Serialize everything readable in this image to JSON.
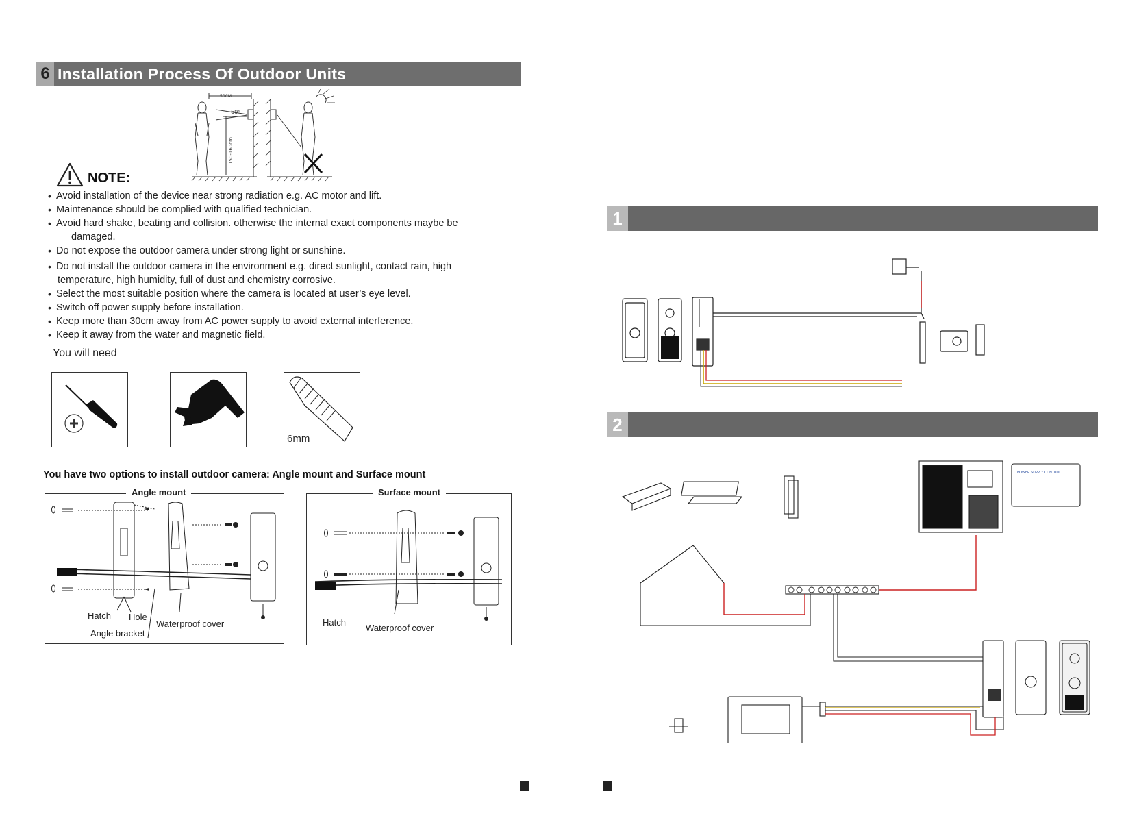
{
  "section": {
    "number": "6",
    "title": "Installation Process Of Outdoor Units"
  },
  "mounting_figure": {
    "distance_label": "50CM",
    "angle_label": "60°",
    "height_label": "150-160cm"
  },
  "note": {
    "heading": "NOTE:",
    "items": [
      "Avoid installation of the device near strong radiation e.g. AC motor and lift.",
      "Maintenance should be complied with qualified technician.",
      "Avoid hard shake, beating and collision. otherwise the internal exact components maybe be",
      "damaged.",
      "Do not expose the outdoor camera under strong light or sunshine.",
      "Do not install the outdoor camera in the environment e.g. direct sunlight, contact rain, high",
      "temperature, high humidity, full of dust and chemistry corrosive.",
      "Select the most suitable position where the camera is located at user’s eye level.",
      "Switch off power supply before installation.",
      "Keep more than 30cm away from AC power supply to avoid external interference.",
      "Keep it away from the water and magnetic field."
    ]
  },
  "tools": {
    "heading": "You will need",
    "drill_bit_label": "6mm"
  },
  "mount_options": {
    "heading": "You have two options to install outdoor camera: Angle mount and Surface mount",
    "angle": {
      "title": "Angle mount",
      "hatch": "Hatch",
      "hole": "Hole",
      "cover": "Waterproof cover",
      "bracket": "Angle bracket"
    },
    "surface": {
      "title": "Surface mount",
      "hatch": "Hatch",
      "cover": "Waterproof cover"
    }
  },
  "steps": [
    {
      "number": "1"
    },
    {
      "number": "2"
    }
  ],
  "power_supply": {
    "brand": "POWER SUPPLY CONTROL"
  }
}
